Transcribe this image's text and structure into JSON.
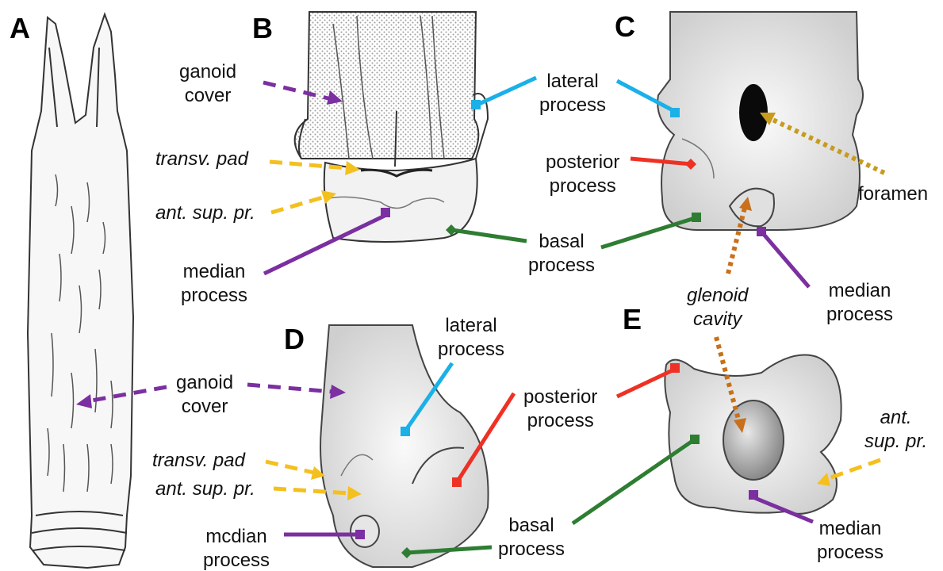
{
  "panels": {
    "a": "A",
    "b": "B",
    "c": "C",
    "d": "D",
    "e": "E"
  },
  "labels": {
    "b_ganoid_cover": "ganoid\ncover",
    "b_transv_pad": "transv. pad",
    "b_ant_sup_pr": "ant. sup. pr.",
    "b_median_process": "median\nprocess",
    "lateral_process_bc": "lateral\nprocess",
    "posterior_process_c": "posterior\nprocess",
    "basal_process_bc": "basal\nprocess",
    "c_foramen": "foramen",
    "c_median_process": "median\nprocess",
    "glenoid_cavity": "glenoid\ncavity",
    "ad_ganoid_cover": "ganoid\ncover",
    "d_lateral_process": "lateral\nprocess",
    "de_posterior_process": "posterior\nprocess",
    "d_transv_pad": "transv. pad",
    "d_ant_sup_pr": "ant. sup. pr.",
    "d_median_process": "mcdian\nprocess",
    "de_basal_process": "basal\nprocess",
    "e_ant_sup_pr": "ant.\nsup. pr.",
    "e_median_process": "median\nprocess"
  },
  "colors": {
    "purple": "#7b2fa0",
    "blue": "#1ab0e8",
    "red": "#ee3124",
    "green": "#2e7d32",
    "yellow": "#f4c01e",
    "orange": "#c8701a",
    "gold": "#c89b1e"
  }
}
